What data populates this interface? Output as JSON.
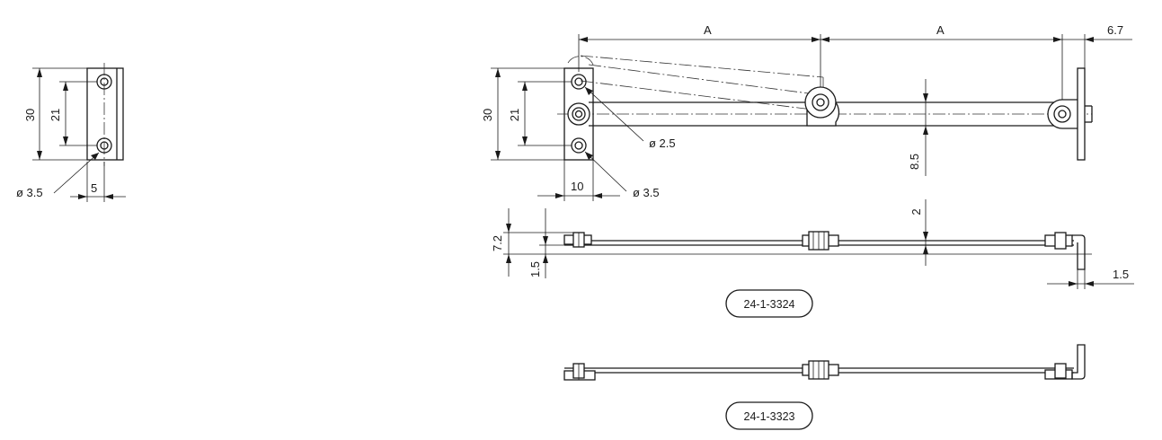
{
  "left_bracket": {
    "dim_height": "30",
    "dim_hole_spacing": "21",
    "dim_hole_dia": "ø 3.5",
    "dim_width": "5"
  },
  "top_view": {
    "dim_height": "30",
    "dim_hole_spacing": "21",
    "dim_a_left": "A",
    "dim_a_right": "A",
    "dim_end_offset": "6.7",
    "dim_small_hole": "ø 2.5",
    "dim_large_hole": "ø 3.5",
    "dim_base_width": "10",
    "dim_arm_width": "8.5"
  },
  "side_view": {
    "dim_total_thickness": "7.2",
    "dim_plate_thickness": "1.5",
    "dim_arm_thickness": "2",
    "dim_end_plate": "1.5"
  },
  "part_labels": {
    "upper": "24-1-3324",
    "lower": "24-1-3323"
  }
}
